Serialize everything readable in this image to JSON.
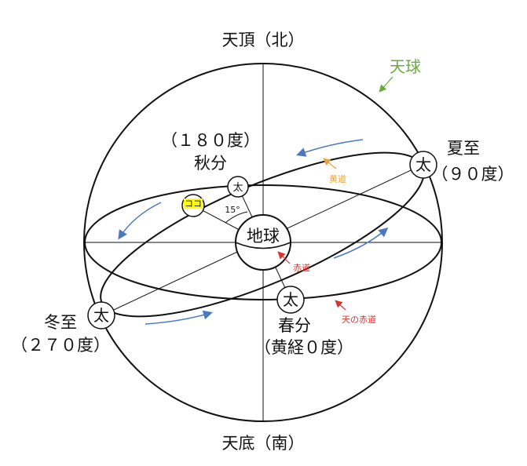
{
  "labels": {
    "zenith": "天頂（北）",
    "nadir": "天底（南）",
    "celestial_sphere": "天球",
    "ecliptic": "黄道",
    "equator": "赤道",
    "celestial_equator": "天の赤道",
    "earth": "地球",
    "summer_solstice": "夏至",
    "summer_solstice_deg": "（９０度）",
    "winter_solstice": "冬至",
    "winter_solstice_deg": "（２７０度）",
    "autumn_equinox_deg": "（１８０度）",
    "autumn_equinox": "秋分",
    "spring_equinox": "春分",
    "spring_equinox_deg": "（黄経０度）",
    "sun": "太",
    "here": "ココ",
    "angle": "15°"
  },
  "colors": {
    "line": "#111111",
    "sphere_label": "#6aab3c",
    "ecliptic_label": "#e8a33a",
    "equator_label": "#d9352b",
    "arrow_blue": "#4a78c2",
    "highlight": "#ffff00"
  }
}
